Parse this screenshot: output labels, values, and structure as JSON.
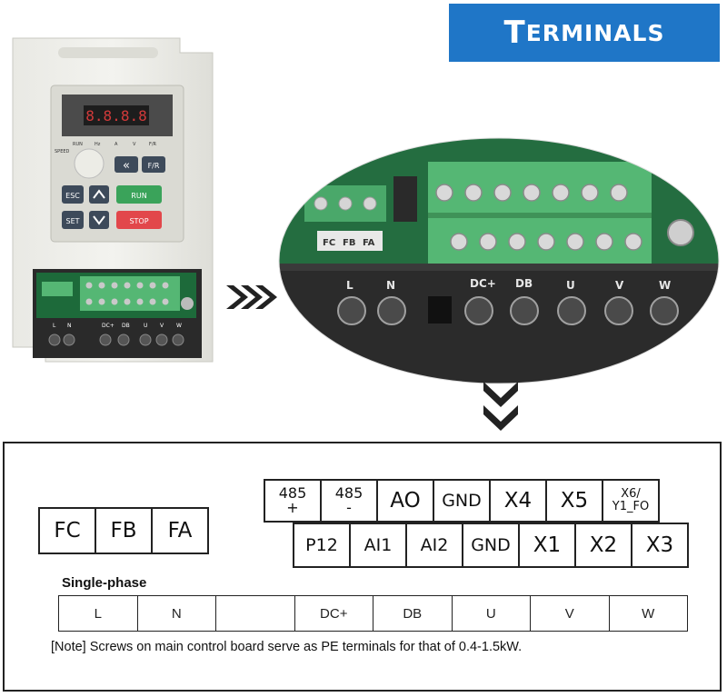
{
  "title": {
    "first": "T",
    "rest": "ERMINALS"
  },
  "inverter": {
    "indicators": [
      "RUN",
      "Hz",
      "A",
      "V",
      "F/R"
    ],
    "speed_label": "SPEED",
    "buttons": {
      "rev": "«",
      "fr": "F/R",
      "esc": "ESC",
      "run": "RUN",
      "set": "SET",
      "stop": "STOP"
    },
    "power_labels": [
      "L",
      "N",
      "DC+",
      "DB",
      "U",
      "V",
      "W"
    ]
  },
  "zoom": {
    "aux_labels": [
      "FC",
      "FB",
      "FA"
    ],
    "power_labels": [
      "L",
      "N",
      "DC+",
      "DB",
      "U",
      "V",
      "W"
    ]
  },
  "diagram": {
    "relay": [
      "FC",
      "FB",
      "FA"
    ],
    "top_row": [
      {
        "l1": "485",
        "l2": "+"
      },
      {
        "l1": "485",
        "l2": "-"
      },
      {
        "l1": "AO"
      },
      {
        "l1": "GND"
      },
      {
        "l1": "X4"
      },
      {
        "l1": "X5"
      },
      {
        "l1": "X6/",
        "l2": "Y1_FO"
      }
    ],
    "bottom_row": [
      "P12",
      "AI1",
      "AI2",
      "GND",
      "X1",
      "X2",
      "X3"
    ],
    "single_phase_label": "Single-phase",
    "power_row": [
      "L",
      "N",
      "",
      "DC+",
      "DB",
      "U",
      "V",
      "W"
    ],
    "note": "[Note] Screws on main control board serve as PE terminals for that of 0.4-1.5kW."
  },
  "colors": {
    "badge": "#1f76c7",
    "run": "#3aa35a",
    "stop": "#e2474b",
    "terminal_green": "#4aa86a"
  }
}
